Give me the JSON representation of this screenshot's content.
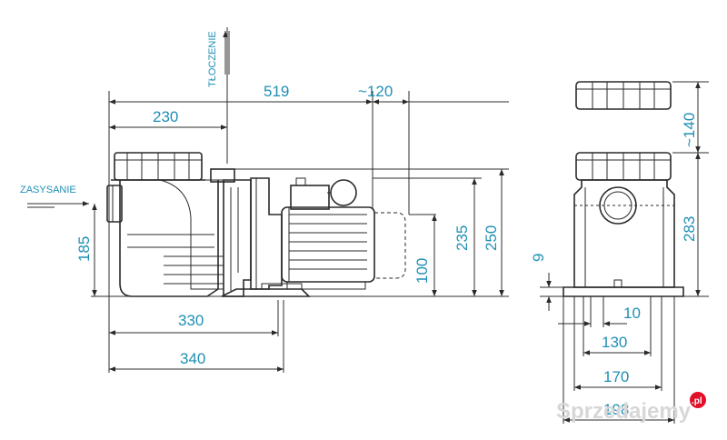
{
  "labels": {
    "discharge": "TŁOCZENIE",
    "suction": "ZASYSANIE"
  },
  "dimensions": {
    "d519": "519",
    "d120": "~120",
    "d230": "230",
    "d185": "185",
    "d235": "235",
    "d250": "250",
    "d100": "100",
    "d330": "330",
    "d340": "340",
    "d140": "~140",
    "d283": "283",
    "d9": "9",
    "d10": "10",
    "d130": "130",
    "d170": "170",
    "d198": "198"
  },
  "watermark": {
    "brand": "Sprzedajemy",
    "suffix": ".pl"
  },
  "colors": {
    "dimension_text": "#1f8fb5",
    "linework": "#2a2a2a",
    "background": "#ffffff"
  }
}
